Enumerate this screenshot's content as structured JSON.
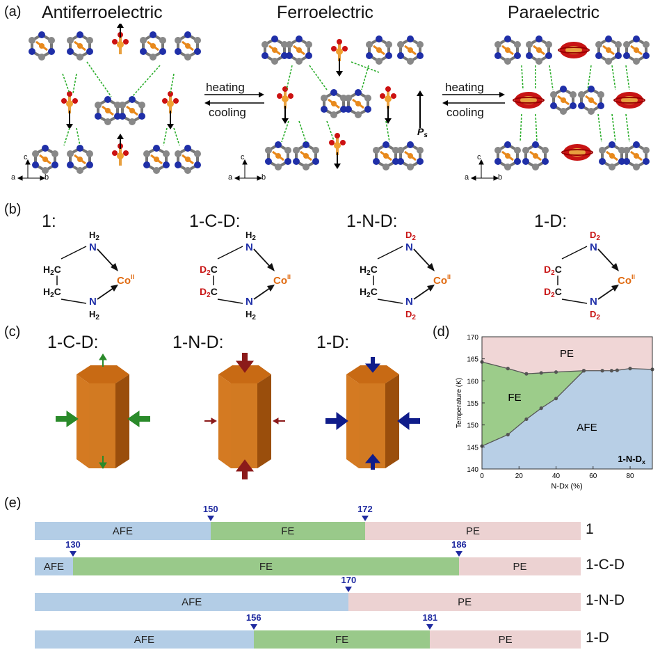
{
  "panel_labels": {
    "a": "(a)",
    "b": "(b)",
    "c": "(c)",
    "d": "(d)",
    "e": "(e)"
  },
  "panel_a": {
    "titles": [
      "Antiferroelectric",
      "Ferroelectric",
      "Paraelectric"
    ],
    "arrow_top": "heating",
    "arrow_bottom": "cooling",
    "axis_c": "c",
    "axis_a": "a",
    "axis_b": "b",
    "ps_label": "P",
    "ps_sub": "s"
  },
  "panel_b": {
    "compounds": [
      {
        "label": "1:",
        "top_sub": "H",
        "c1": "H",
        "c2": "H",
        "bot_sub": "H"
      },
      {
        "label": "1-C-D:",
        "top_sub": "H",
        "c1": "D",
        "c2": "D",
        "bot_sub": "H"
      },
      {
        "label": "1-N-D:",
        "top_sub": "D",
        "c1": "H",
        "c2": "H",
        "bot_sub": "D"
      },
      {
        "label": "1-D:",
        "top_sub": "D",
        "c1": "D",
        "c2": "D",
        "bot_sub": "D"
      }
    ],
    "metal": "Co",
    "metal_sup": "II",
    "n": "N",
    "c": "C",
    "two": "2"
  },
  "panel_c": {
    "labels": [
      "1-C-D:",
      "1-N-D:",
      "1-D:"
    ]
  },
  "chart_data": {
    "type": "area",
    "xlabel": "N-Dx (%)",
    "ylabel": "Temperature (K)",
    "xlim": [
      0,
      92
    ],
    "ylim": [
      140,
      170
    ],
    "xticks": [
      "0",
      "20",
      "40",
      "60",
      "80"
    ],
    "yticks": [
      "140",
      "145",
      "150",
      "155",
      "160",
      "165",
      "170"
    ],
    "region_labels": {
      "pe": "PE",
      "fe": "FE",
      "afe": "AFE"
    },
    "sample_label": "1-N-D",
    "sample_sub": "x",
    "series": [
      {
        "name": "upper",
        "points": [
          [
            0,
            164.3
          ],
          [
            14,
            162.8
          ],
          [
            24,
            161.6
          ],
          [
            32,
            161.8
          ],
          [
            40,
            162.0
          ],
          [
            55,
            162.3
          ],
          [
            65,
            162.3
          ],
          [
            70,
            162.3
          ],
          [
            73,
            162.4
          ],
          [
            80,
            162.8
          ],
          [
            92,
            162.6
          ]
        ]
      },
      {
        "name": "lower",
        "points": [
          [
            0,
            145.2
          ],
          [
            14,
            147.8
          ],
          [
            24,
            151.3
          ],
          [
            32,
            153.8
          ],
          [
            40,
            156.0
          ],
          [
            55,
            162.3
          ]
        ]
      }
    ],
    "colors": {
      "pe": "#f0d6d6",
      "fe": "#9ccc8a",
      "afe": "#b8cfe6"
    }
  },
  "panel_e": {
    "bars": [
      {
        "name": "1",
        "segments": [
          {
            "label": "AFE",
            "start": 0,
            "end": 0.322,
            "color": "#b3cde6"
          },
          {
            "label": "FE",
            "start": 0.322,
            "end": 0.605,
            "color": "#99c98a"
          },
          {
            "label": "PE",
            "start": 0.605,
            "end": 1,
            "color": "#ecd2d2"
          }
        ],
        "ticks": [
          {
            "value": "150",
            "pos": 0.322
          },
          {
            "value": "172",
            "pos": 0.605
          }
        ]
      },
      {
        "name": "1-C-D",
        "segments": [
          {
            "label": "AFE",
            "start": 0,
            "end": 0.07,
            "color": "#b3cde6"
          },
          {
            "label": "FE",
            "start": 0.07,
            "end": 0.777,
            "color": "#99c98a"
          },
          {
            "label": "PE",
            "start": 0.777,
            "end": 1,
            "color": "#ecd2d2"
          }
        ],
        "ticks": [
          {
            "value": "130",
            "pos": 0.07
          },
          {
            "value": "186",
            "pos": 0.777
          }
        ]
      },
      {
        "name": "1-N-D",
        "segments": [
          {
            "label": "AFE",
            "start": 0,
            "end": 0.575,
            "color": "#b3cde6"
          },
          {
            "label": "PE",
            "start": 0.575,
            "end": 1,
            "color": "#ecd2d2"
          }
        ],
        "ticks": [
          {
            "value": "170",
            "pos": 0.575
          }
        ]
      },
      {
        "name": "1-D",
        "segments": [
          {
            "label": "AFE",
            "start": 0,
            "end": 0.401,
            "color": "#b3cde6"
          },
          {
            "label": "FE",
            "start": 0.401,
            "end": 0.724,
            "color": "#99c98a"
          },
          {
            "label": "PE",
            "start": 0.724,
            "end": 1,
            "color": "#ecd2d2"
          }
        ],
        "ticks": [
          {
            "value": "156",
            "pos": 0.401
          },
          {
            "value": "181",
            "pos": 0.724
          }
        ]
      }
    ]
  }
}
